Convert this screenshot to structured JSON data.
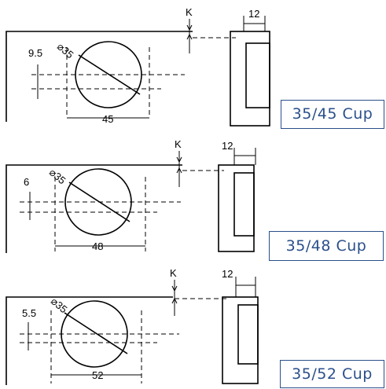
{
  "panels": [
    {
      "k": "K",
      "thickness": "12",
      "offset": "9.5",
      "diameter": "⌀35",
      "distance": "45",
      "cup": "35/45 Cup"
    },
    {
      "k": "K",
      "thickness": "12",
      "offset": "6",
      "diameter": "⌀35",
      "distance": "48",
      "cup": "35/48 Cup"
    },
    {
      "k": "K",
      "thickness": "12",
      "offset": "5.5",
      "diameter": "⌀35",
      "distance": "52",
      "cup": "35/52 Cup"
    }
  ]
}
